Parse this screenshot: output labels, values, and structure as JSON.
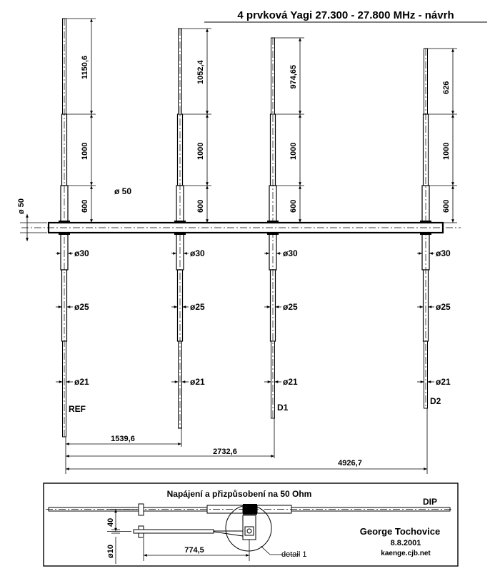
{
  "title": "4 prvková Yagi 27.300 - 27.800 MHz - návrh",
  "boom_label": "ø 50",
  "boom_side_dim": "ø 50",
  "elements": [
    {
      "name": "REF",
      "top_dim": "1150,6",
      "mid_dim": "1000",
      "low_dim": "600",
      "d30": "ø30",
      "d25": "ø25",
      "d21": "ø21"
    },
    {
      "name": "",
      "top_dim": "1052,4",
      "mid_dim": "1000",
      "low_dim": "600",
      "d30": "ø30",
      "d25": "ø25",
      "d21": "ø21"
    },
    {
      "name": "D1",
      "top_dim": "974,65",
      "mid_dim": "1000",
      "low_dim": "600",
      "d30": "ø30",
      "d25": "ø25",
      "d21": "ø21"
    },
    {
      "name": "D2",
      "top_dim": "626",
      "mid_dim": "1000",
      "low_dim": "600",
      "d30": "ø30",
      "d25": "ø25",
      "d21": "ø21"
    }
  ],
  "spacing": {
    "d1": "1539,6",
    "d2": "2732,6",
    "d3": "4926,7"
  },
  "feed_box": {
    "title": "Napájení a přizpůsobení na 50 Ohm",
    "dip_label": "DIP",
    "dim_40": "40",
    "dim_10": "ø10",
    "dim_774": "774,5",
    "detail_label": "detail 1",
    "author": "George Tochovice",
    "date": "8.8.2001",
    "web": "kaenge.cjb.net"
  }
}
